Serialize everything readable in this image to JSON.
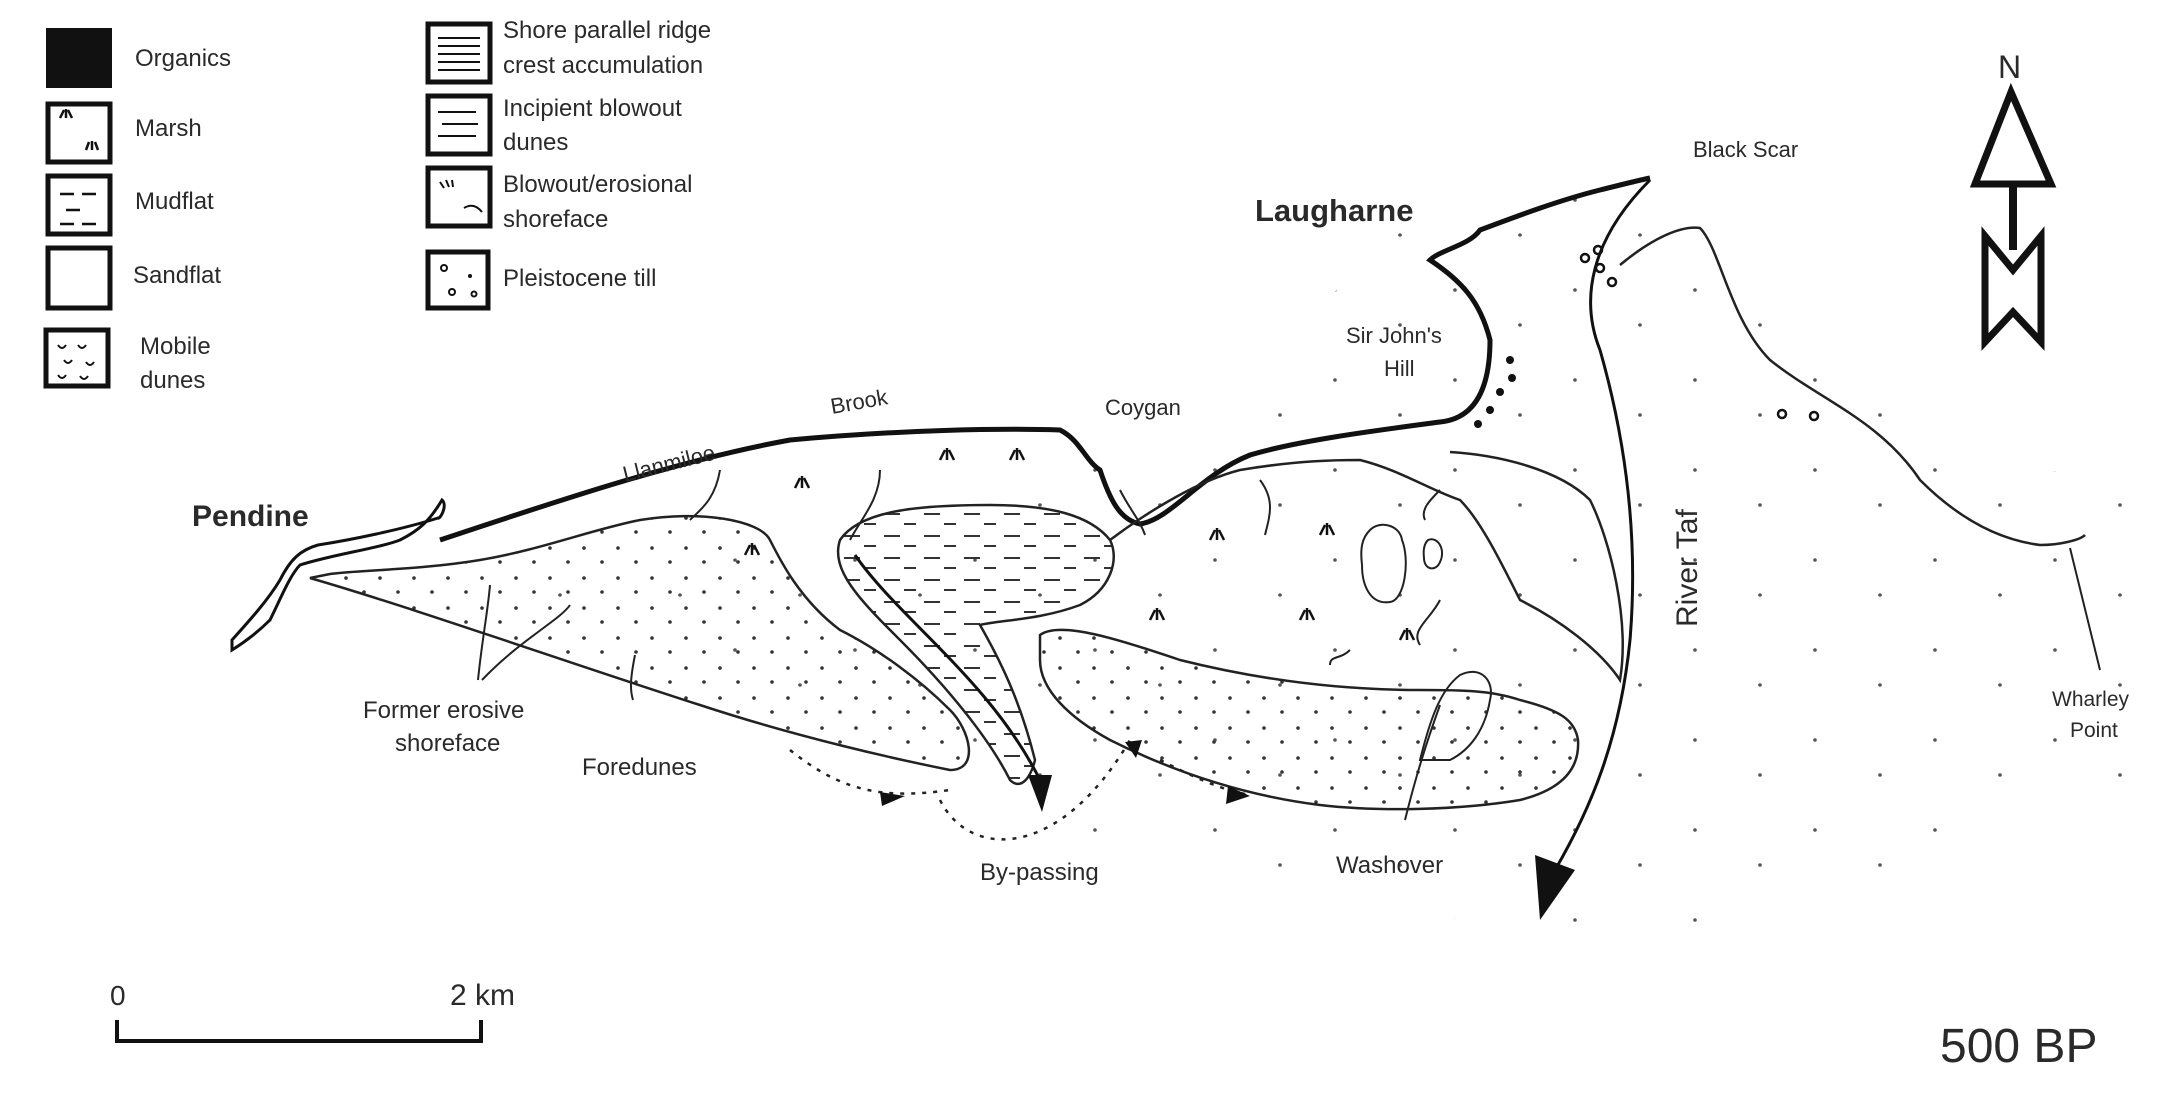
{
  "legend": {
    "items": [
      {
        "label": "Organics",
        "icon": "organics-swatch"
      },
      {
        "label": "Marsh",
        "icon": "marsh-swatch"
      },
      {
        "label": "Mudflat",
        "icon": "mudflat-swatch"
      },
      {
        "label": "Sandflat",
        "icon": "sandflat-swatch"
      },
      {
        "label_line1": "Mobile",
        "label_line2": "dunes",
        "icon": "mobile-dunes-swatch"
      },
      {
        "label_line1": "Shore parallel ridge",
        "label_line2": "crest accumulation",
        "icon": "ridge-crest-swatch"
      },
      {
        "label_line1": "Incipient blowout",
        "label_line2": "dunes",
        "icon": "blowout-dunes-swatch"
      },
      {
        "label_line1": "Blowout/erosional",
        "label_line2": "shoreface",
        "icon": "erosional-shoreface-swatch"
      },
      {
        "label": "Pleistocene till",
        "icon": "till-swatch"
      }
    ]
  },
  "places": {
    "pendine": "Pendine",
    "llanmiloe": "Llanmiloe",
    "brook": "Brook",
    "coygan": "Coygan",
    "laugharne": "Laugharne",
    "sir_johns_line1": "Sir John's",
    "sir_johns_line2": "Hill",
    "black_scar": "Black Scar",
    "river_taf": "River Taf",
    "wharley_line1": "Wharley",
    "wharley_line2": "Point"
  },
  "annotations": {
    "former_line1": "Former erosive",
    "former_line2": "shoreface",
    "foredunes": "Foredunes",
    "bypassing": "By-passing",
    "washover": "Washover"
  },
  "north_arrow": {
    "letter": "N",
    "icon": "north-arrow-icon"
  },
  "scale_bar": {
    "start": "0",
    "end": "2 km"
  },
  "period": "500 BP"
}
